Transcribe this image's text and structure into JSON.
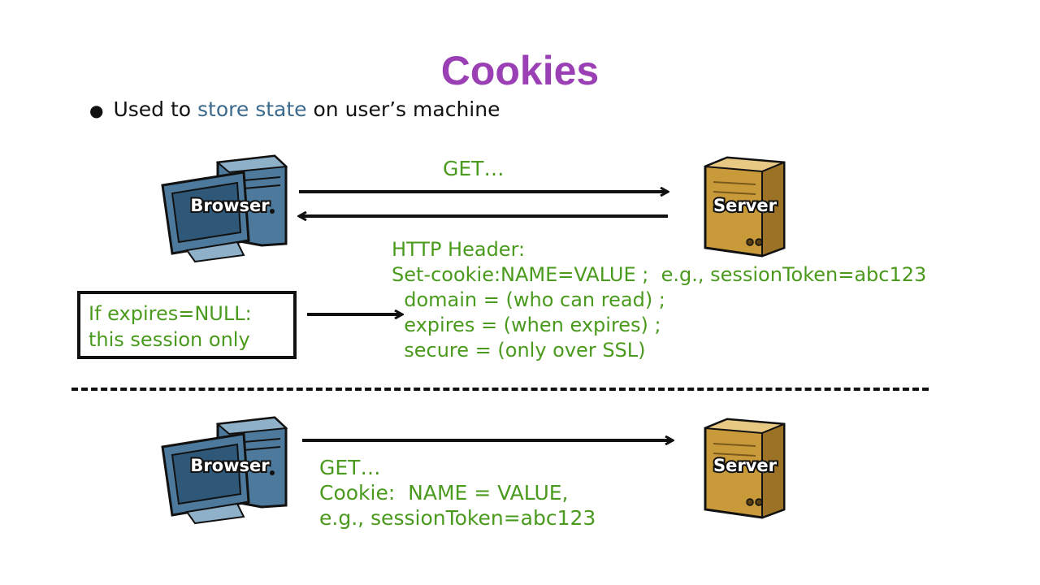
{
  "slide": {
    "title": "Cookies",
    "bullet": {
      "prefix": "Used to ",
      "highlight": "store state",
      "suffix": " on user’s machine"
    }
  },
  "colors": {
    "title": "#9b3fb5",
    "annotation_green": "#4a9a1e",
    "highlight_blue": "#3c6a8d",
    "browser_blue": "#4d7a9c",
    "server_gold": "#c99a3a"
  },
  "top_exchange": {
    "browser_label": "Browser",
    "server_label": "Server",
    "request_label": "GET…",
    "response_lines": [
      "HTTP Header:",
      "Set-cookie:NAME=VALUE ;  e.g., sessionToken=abc123",
      "  domain = (who can read) ;",
      "  expires = (when expires) ;",
      "  secure = (only over SSL)"
    ],
    "note_lines": [
      "If expires=NULL:",
      "this session only"
    ]
  },
  "bottom_exchange": {
    "browser_label": "Browser",
    "server_label": "Server",
    "request_lines": [
      "GET…",
      "Cookie:  NAME = VALUE,",
      "e.g., sessionToken=abc123"
    ]
  }
}
